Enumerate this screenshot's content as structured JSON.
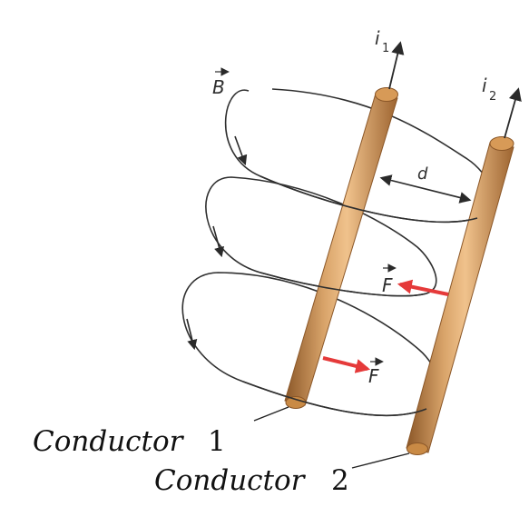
{
  "labels": {
    "current_1": {
      "symbol": "i",
      "subscript": "1"
    },
    "current_2": {
      "symbol": "i",
      "subscript": "2"
    },
    "field": {
      "symbol": "B"
    },
    "distance": "d",
    "force_left": "F",
    "force_right": "F",
    "conductor_1": {
      "word": "Conductor",
      "number": "1"
    },
    "conductor_2": {
      "word": "Conductor",
      "number": "2"
    }
  },
  "colors": {
    "conductor_body": "#c98a45",
    "conductor_highlight": "#f0c28c",
    "conductor_shadow": "#8b5728",
    "field_lines": "#3a3a3a",
    "force_arrow": "#e53a3a",
    "text": "#222222"
  }
}
